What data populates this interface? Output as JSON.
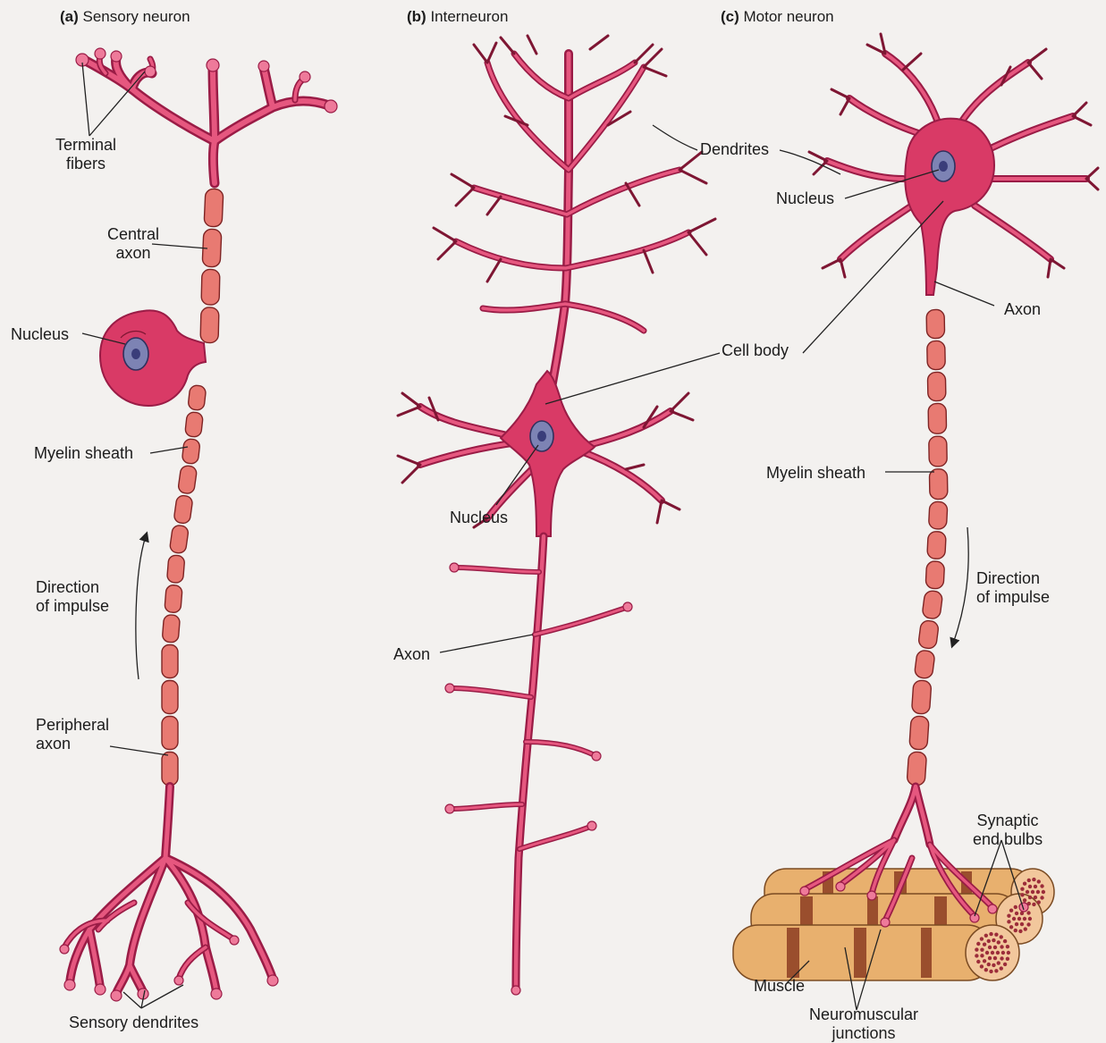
{
  "panels": [
    {
      "title_letter": "(a)",
      "title_text": "Sensory neuron",
      "labels": {
        "terminal_fibers": "Terminal\nfibers",
        "central_axon": "Central\naxon",
        "nucleus": "Nucleus",
        "myelin_sheath": "Myelin sheath",
        "direction": "Direction\nof impulse",
        "peripheral_axon": "Peripheral\naxon",
        "sensory_dendrites": "Sensory dendrites"
      }
    },
    {
      "title_letter": "(b)",
      "title_text": "Interneuron",
      "labels": {
        "dendrites": "Dendrites",
        "cell_body": "Cell body",
        "nucleus": "Nucleus",
        "axon": "Axon"
      }
    },
    {
      "title_letter": "(c)",
      "title_text": "Motor neuron",
      "labels": {
        "nucleus": "Nucleus",
        "axon": "Axon",
        "myelin_sheath": "Myelin sheath",
        "direction": "Direction\nof impulse",
        "synaptic_end_bulbs": "Synaptic\nend bulbs",
        "muscle": "Muscle",
        "neuromuscular_junctions": "Neuromuscular\njunctions"
      }
    }
  ],
  "colors": {
    "neuron": "#d93a66",
    "neuron_outline": "#9a1c46",
    "myelin": "#e87a72",
    "muscle": "#e8b06e",
    "nucleus": "#7d83b4",
    "background": "#f3f1ef",
    "text": "#1c1c1c"
  }
}
